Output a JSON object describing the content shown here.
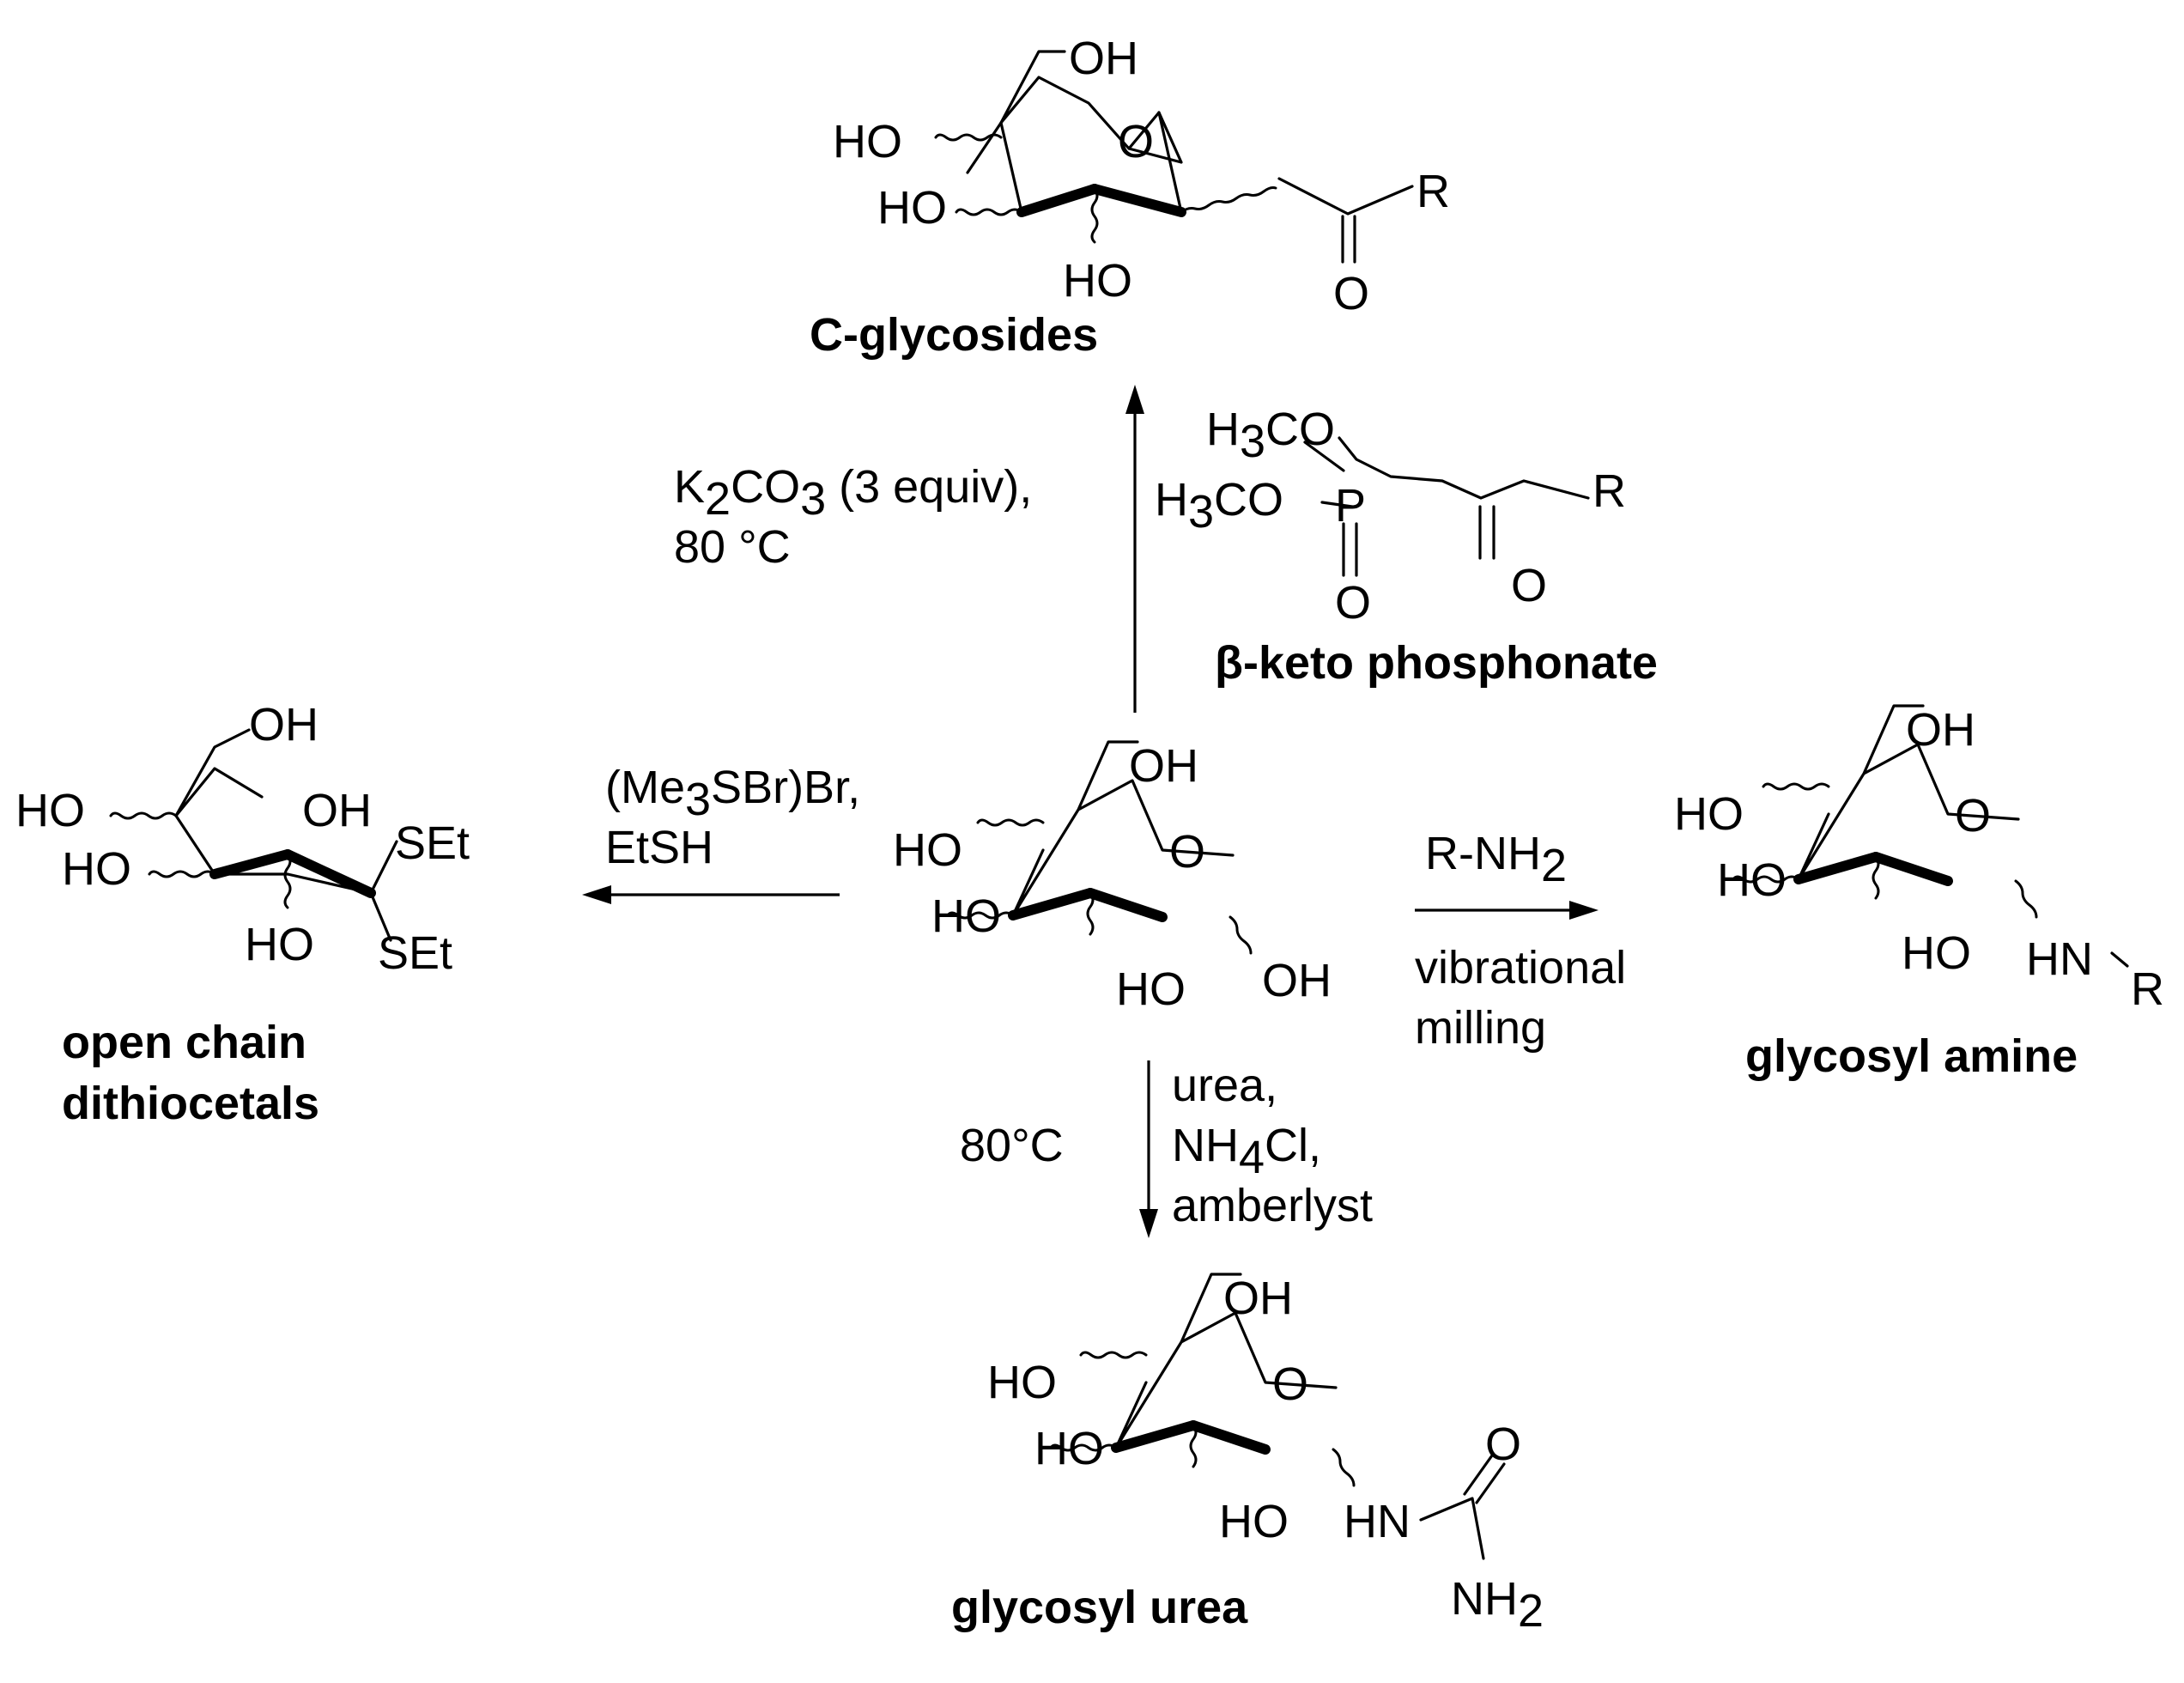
{
  "compounds": {
    "c_glycoside": {
      "name": "C-glycosides",
      "oh_top": "OH",
      "ho1": "HO",
      "ho2": "HO",
      "ho3": "HO",
      "ring_o": "O",
      "r": "R",
      "carbonyl_o": "O"
    },
    "phosphonate": {
      "name": "β-keto phosphonate",
      "h3co_1": "H",
      "co_1": "CO",
      "h3co_2": "H",
      "co_2": "CO",
      "sub3": "3",
      "p": "P",
      "p_o": "O",
      "r": "R",
      "carbonyl_o": "O"
    },
    "dithiocetal": {
      "name_line1": "open chain",
      "name_line2": "dithiocetals",
      "oh_top": "OH",
      "ho1": "HO",
      "oh_mid": "OH",
      "ho2": "HO",
      "ho3": "HO",
      "set1": "SEt",
      "set2": "SEt"
    },
    "glucose": {
      "oh_top": "OH",
      "ho1": "HO",
      "ho2": "HO",
      "ho3": "HO",
      "oh_anomeric": "OH",
      "ring_o": "O"
    },
    "glycosyl_amine": {
      "name": "glycosyl amine",
      "oh_top": "OH",
      "ho1": "HO",
      "ho2": "HO",
      "ho3": "HO",
      "ring_o": "O",
      "hn": "HN",
      "r": "R"
    },
    "glycosyl_urea": {
      "name": "glycosyl urea",
      "oh_top": "OH",
      "ho1": "HO",
      "ho2": "HO",
      "ho3": "HO",
      "ring_o": "O",
      "hn": "HN",
      "carbonyl_o": "O",
      "nh": "NH",
      "sub2": "2"
    }
  },
  "conditions": {
    "up": {
      "line1_a": "K",
      "line1_sub": "2",
      "line1_b": "CO",
      "line1_sub2": "3",
      "line1_c": " (3 equiv),",
      "line2": "80 °C"
    },
    "left": {
      "line1_a": "(Me",
      "line1_sub": "3",
      "line1_b": "SBr)Br,",
      "line2": "EtSH"
    },
    "right": {
      "above_a": "R-NH",
      "above_sub": "2",
      "below1": "vibrational",
      "below2": "milling"
    },
    "down": {
      "left": "80°C",
      "r1": "urea,",
      "r2_a": "NH",
      "r2_sub": "4",
      "r2_b": "Cl,",
      "r3": "amberlyst"
    }
  }
}
